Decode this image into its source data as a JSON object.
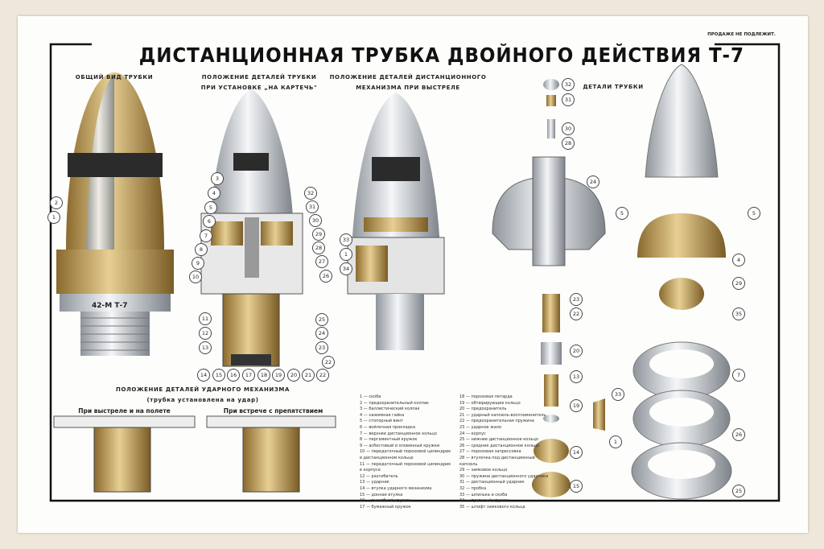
{
  "title": "ДИСТАНЦИОННАЯ ТРУБКА ДВОЙНОГО ДЕЙСТВИЯ Т-7",
  "not_for_sale": "ПРОДАЖЕ НЕ ПОДЛЕЖИТ.",
  "headings": {
    "general_view": "ОБЩИЙ ВИД ТРУБКИ",
    "canister_line1": "ПОЛОЖЕНИЕ ДЕТАЛЕЙ ТРУБКИ",
    "canister_line2": "ПРИ УСТАНОВКЕ „НА КАРТЕЧЬ\"",
    "time_line1": "ПОЛОЖЕНИЕ ДЕТАЛЕЙ ДИСТАНЦИОННОГО",
    "time_line2": "МЕХАНИЗМА ПРИ ВЫСТРЕЛЕ",
    "parts": "ДЕТАЛИ ТРУБКИ",
    "impact_line1": "ПОЛОЖЕНИЕ ДЕТАЛЕЙ УДАРНОГО МЕХАНИЗМА",
    "impact_line2": "(трубка установлена на удар)",
    "impact_left": "При выстреле и на полете",
    "impact_right": "При встрече с препятствием"
  },
  "fuze_marking": "42-М  Т-7",
  "callouts": [
    "2",
    "1",
    "3",
    "4",
    "5",
    "6",
    "7",
    "8",
    "9",
    "10",
    "11",
    "12",
    "13",
    "32",
    "31",
    "30",
    "29",
    "28",
    "27",
    "26",
    "25",
    "24",
    "23",
    "22",
    "14",
    "15",
    "16",
    "17",
    "18",
    "19",
    "20",
    "21",
    "22",
    "33",
    "1",
    "34",
    "32",
    "31",
    "30",
    "28",
    "24",
    "23",
    "22",
    "20",
    "13",
    "19",
    "14",
    "15",
    "33",
    "1",
    "5",
    "5",
    "4",
    "29",
    "35",
    "7",
    "26",
    "25"
  ],
  "legend": [
    "1 — скоба",
    "2 — предохранительный колпак",
    "3 — баллистический колпак",
    "4 — нажимная гайка",
    "5 — стопорный винт",
    "6 — войлочная прокладка",
    "7 — верхнее дистанционное кольцо",
    "8 — пергаментный кружок",
    "9 — асбестовый и оловянный кружки",
    "10 — передаточный пороховой цилиндрик в дистанционном кольце",
    "11 — передаточный пороховой цилиндрик в корпусе",
    "12 — разгибатель",
    "13 — ударник",
    "14 — втулка ударного механизма",
    "15 — донная втулка",
    "16 — вышибной кружок",
    "17 — бумажный кружок",
    "18 — пороховая петарда",
    "19 — обтюрирующее кольцо",
    "20 — предохранитель",
    "21 — ударный капсюль-воспламенитель",
    "22 — предохранительная пружина",
    "23 — ударное жало",
    "24 — корпус",
    "25 — нижнее дистанционное кольцо",
    "26 — среднее дистанционное кольцо",
    "27 — пороховая запрессовка",
    "28 — втулочка под дистанционный капсюль",
    "29 — замковое кольцо",
    "30 — пружина дистанционного ударника",
    "31 — дистанционный ударник",
    "32 — пробка",
    "33 — шпилька и скоба",
    "34 — суконный кружок",
    "35 — штифт замкового кольца"
  ],
  "colors": {
    "brass": "#c9a45c",
    "steel": "#c8ccd2",
    "dark": "#2a2a2a",
    "paper": "#fdfdfb"
  }
}
